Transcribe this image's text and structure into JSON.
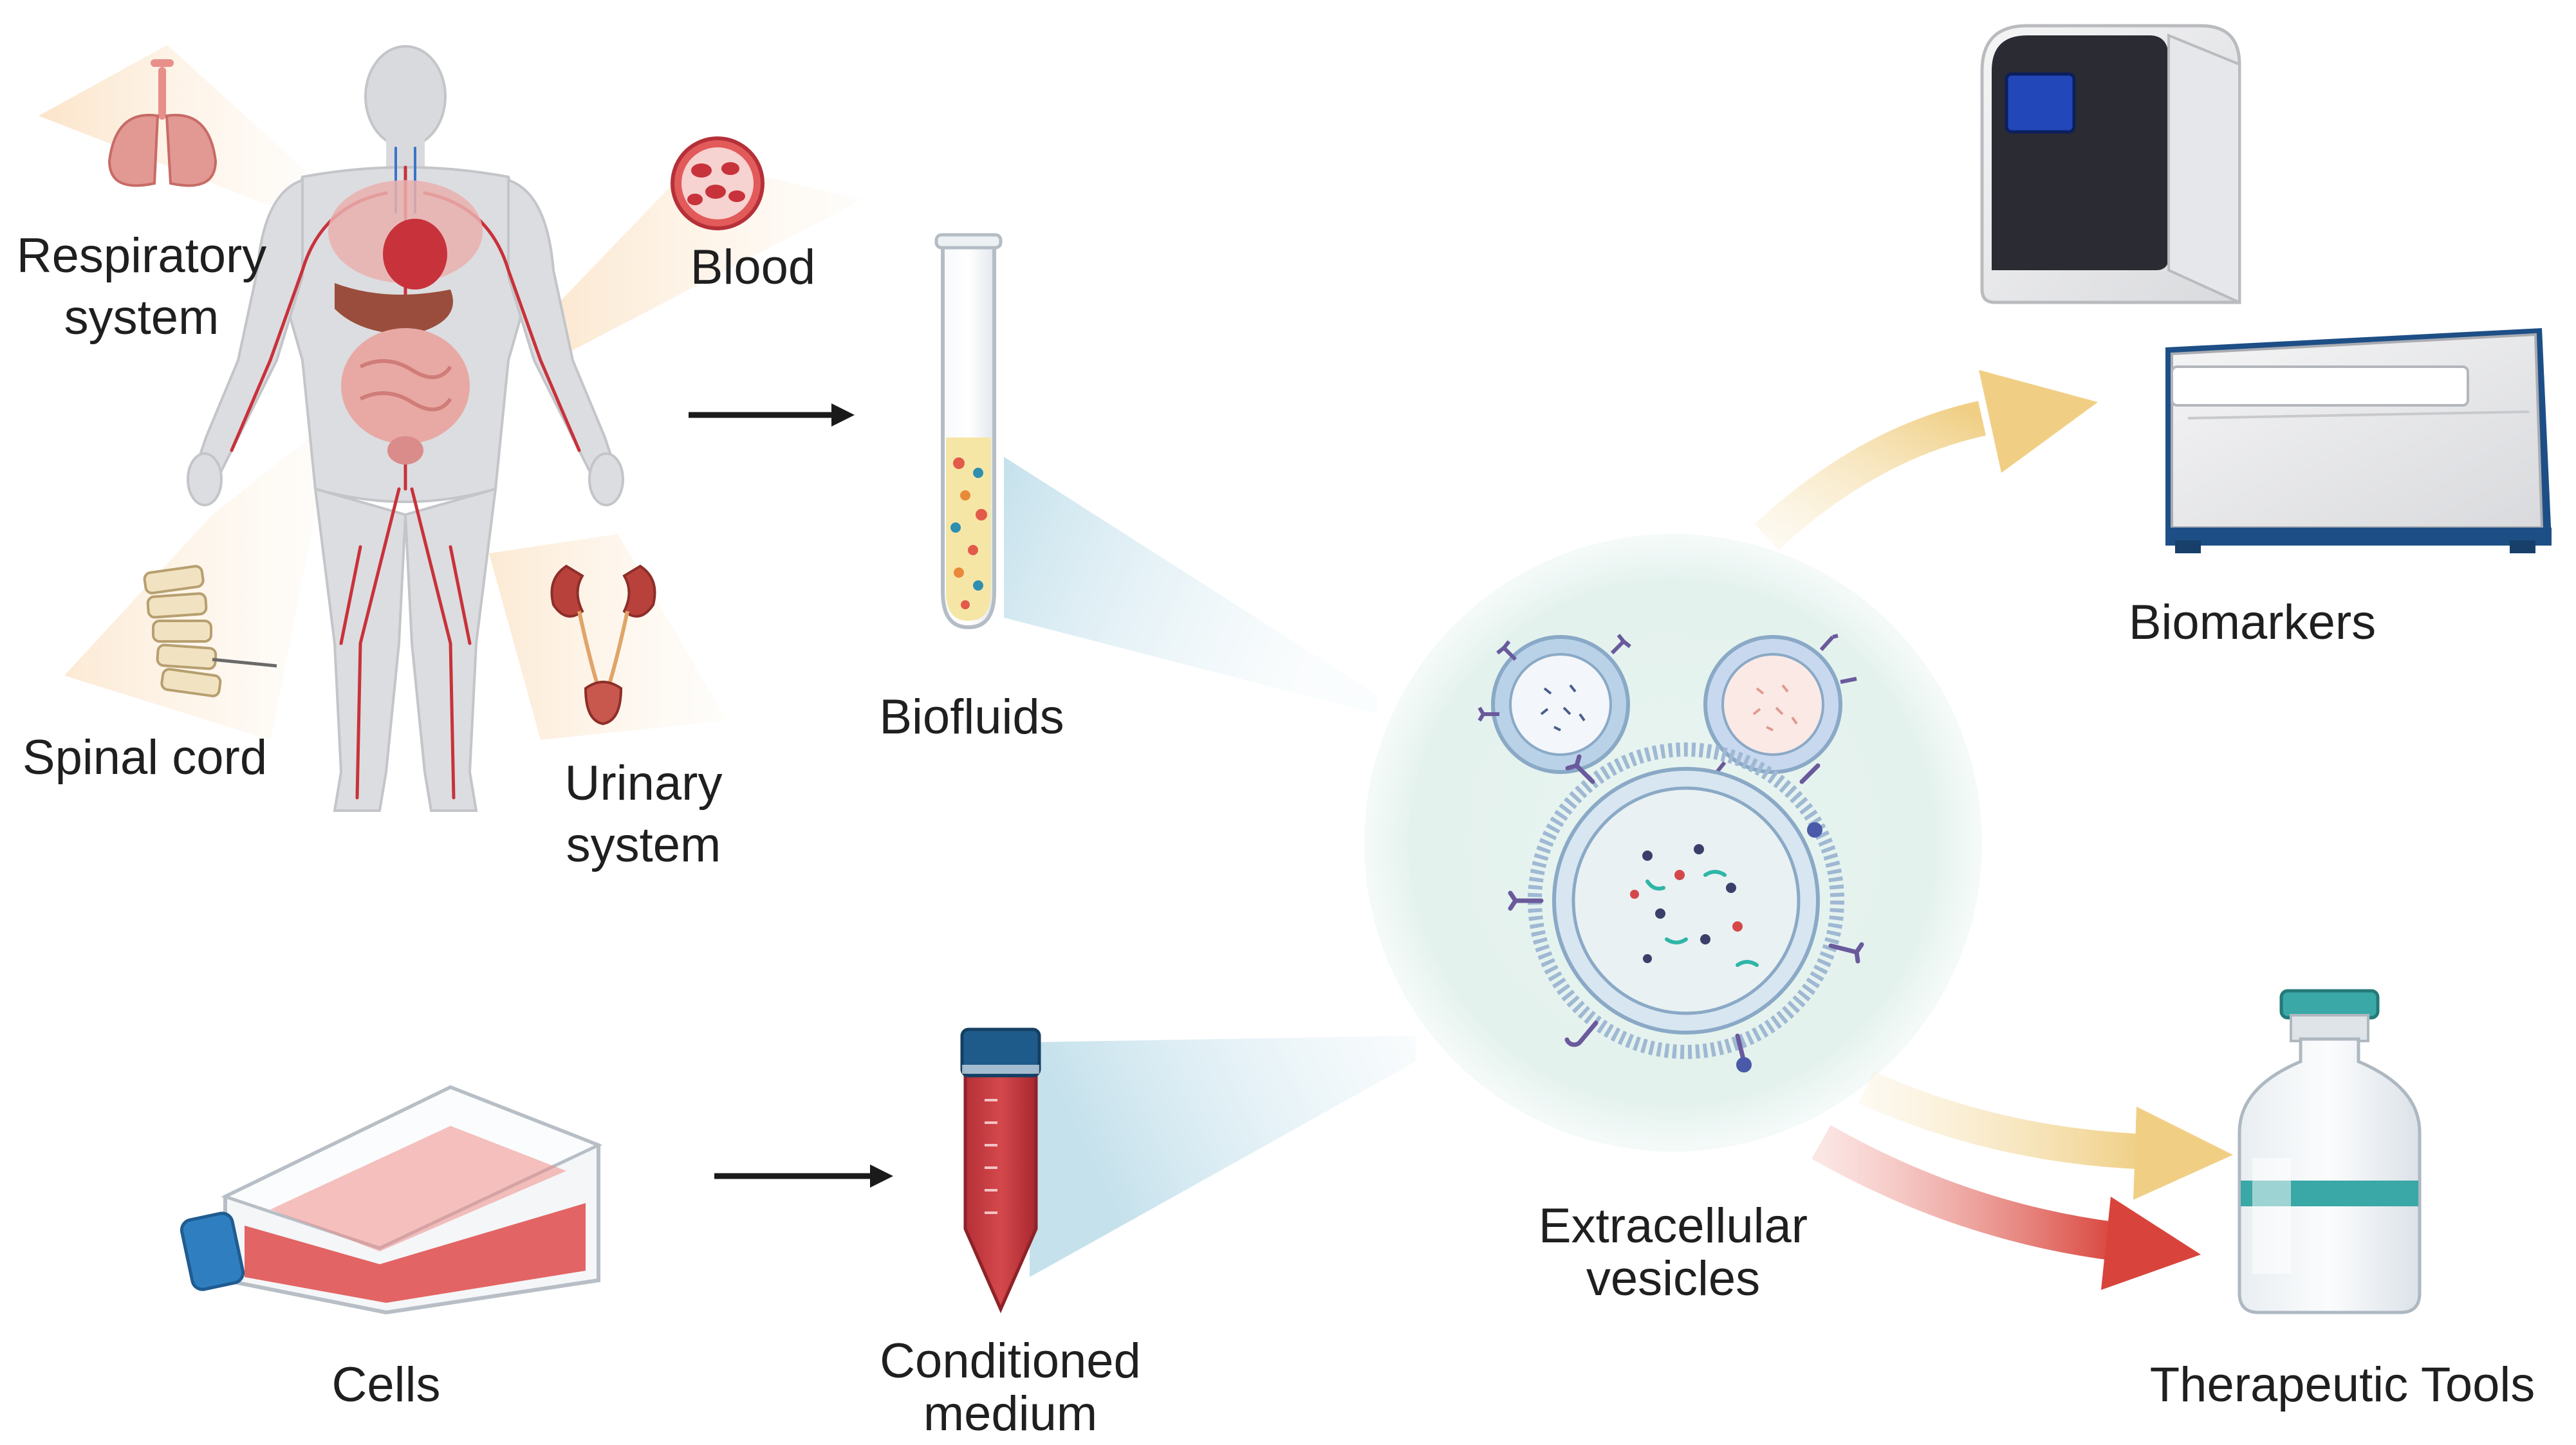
{
  "labels": {
    "respiratory": [
      "Respiratory",
      "system"
    ],
    "blood": "Blood",
    "spinal": "Spinal cord",
    "urinary": [
      "Urinary",
      "system"
    ],
    "biofluids": "Biofluids",
    "cells": "Cells",
    "conditioned": [
      "Conditioned",
      "medium"
    ],
    "ev": [
      "Extracellular",
      "vesicles"
    ],
    "biomarkers": "Biomarkers",
    "therapeutic": "Therapeutic Tools"
  },
  "colors": {
    "body_fill": "#dcdde0",
    "artery": "#c8323b",
    "vein": "#3b74c7",
    "organ": "#d98c8a",
    "beam": "#fbe6cc",
    "cone": "#cfe6ef",
    "ev_bg": "#e4f2ee",
    "yellow_arrow": "#f2d48f",
    "red_arrow": "#d8443b",
    "black_arrow": "#1a1a1a",
    "vial_teal": "#3aa8a6",
    "tube_red": "#c43a3f",
    "tube_cap": "#1f5b8a",
    "flask_cap": "#2f7fc0",
    "flask_medium": "#e55e5e",
    "machine_dark": "#2a2b33",
    "machine_blue": "#2147b8",
    "ms_blue": "#1d4f86"
  }
}
